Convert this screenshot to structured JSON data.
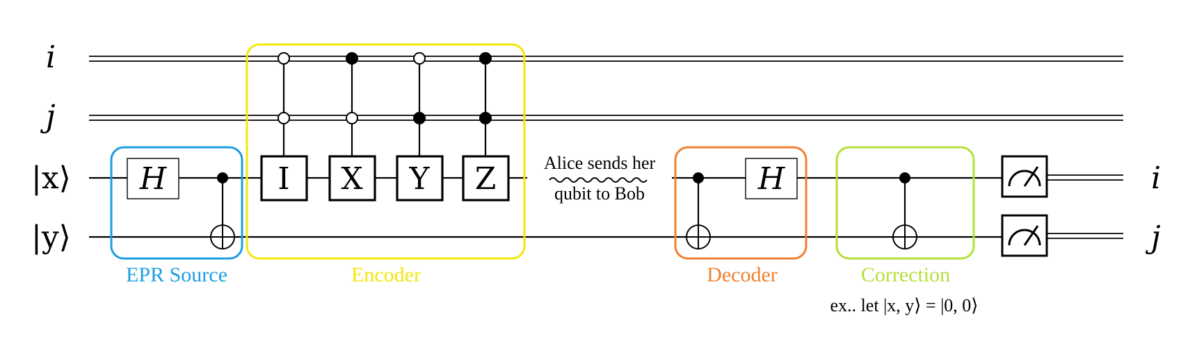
{
  "wires": {
    "top_labels": [
      "i",
      "j",
      "|x⟩",
      "|y⟩"
    ],
    "output_labels": [
      "i",
      "j"
    ]
  },
  "groups": {
    "epr": {
      "label": "EPR Source",
      "color": "#1c9de0"
    },
    "encoder": {
      "label": "Encoder",
      "color": "#f5e60a"
    },
    "decoder": {
      "label": "Decoder",
      "color": "#f08030"
    },
    "correction": {
      "label": "Correction",
      "color": "#b4e03a"
    }
  },
  "gates": {
    "hadamard": "H",
    "encoder": [
      "I",
      "X",
      "Y",
      "Z"
    ]
  },
  "controls": {
    "encoder": [
      {
        "gate": "I",
        "i": "open",
        "j": "open"
      },
      {
        "gate": "X",
        "i": "filled",
        "j": "open"
      },
      {
        "gate": "Y",
        "i": "open",
        "j": "filled"
      },
      {
        "gate": "Z",
        "i": "filled",
        "j": "filled"
      }
    ]
  },
  "annotations": {
    "channel_line1": "Alice sends her",
    "channel_line2": "qubit to Bob",
    "example": "ex.. let |x, y⟩  = |0, 0⟩"
  }
}
